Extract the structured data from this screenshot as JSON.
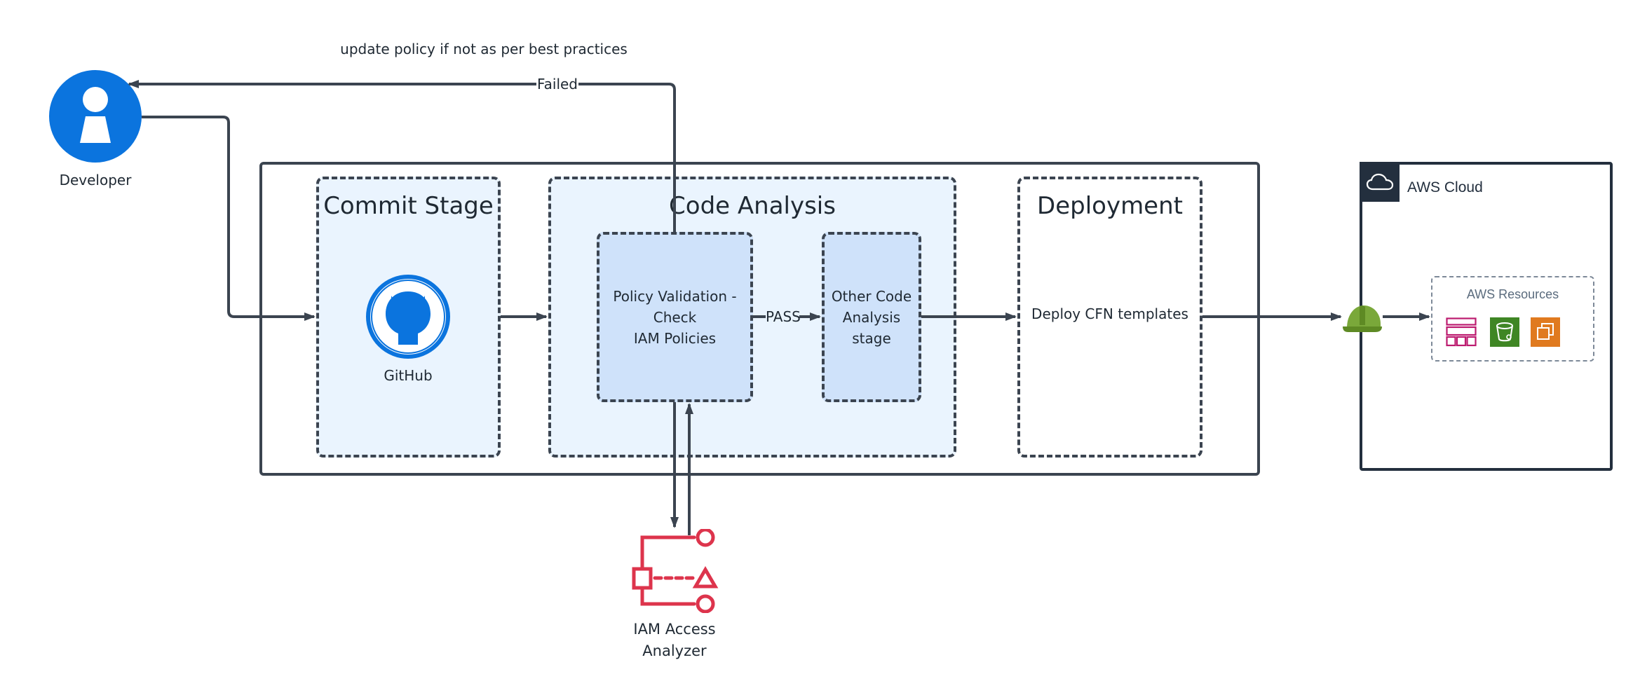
{
  "top_annotation": "update policy if not as per best practices",
  "actors": {
    "developer": "Developer",
    "github": "GitHub",
    "iam_access_analyzer_line1": "IAM Access",
    "iam_access_analyzer_line2": "Analyzer"
  },
  "stages": {
    "commit": "Commit Stage",
    "code_analysis": "Code Analysis",
    "deployment": "Deployment"
  },
  "steps": {
    "policy_validation_line1": "Policy Validation - Check",
    "policy_validation_line2": "IAM Policies",
    "other_code_line1": "Other Code",
    "other_code_line2": "Analysis stage",
    "deploy_cfn": "Deploy CFN templates"
  },
  "edge_labels": {
    "failed": "Failed",
    "pass": "PASS"
  },
  "aws": {
    "cloud_label": "AWS Cloud",
    "resources_label": "AWS Resources"
  },
  "colors": {
    "developer_blue": "#0b74de",
    "stage_fill": "#eaf4fe",
    "step_fill": "#cfe2fa",
    "analyzer_red": "#dd344c",
    "aws_dark": "#232f3e",
    "pink": "#bc1b6f",
    "green": "#3f8624",
    "orange": "#e07a1f",
    "helmet_green": "#7aa83a"
  },
  "icons": [
    "user-icon",
    "github-icon",
    "iam-access-analyzer-icon",
    "aws-cloud-icon",
    "helmet-icon",
    "grid-table-icon",
    "bucket-icon",
    "copy-stack-icon"
  ]
}
